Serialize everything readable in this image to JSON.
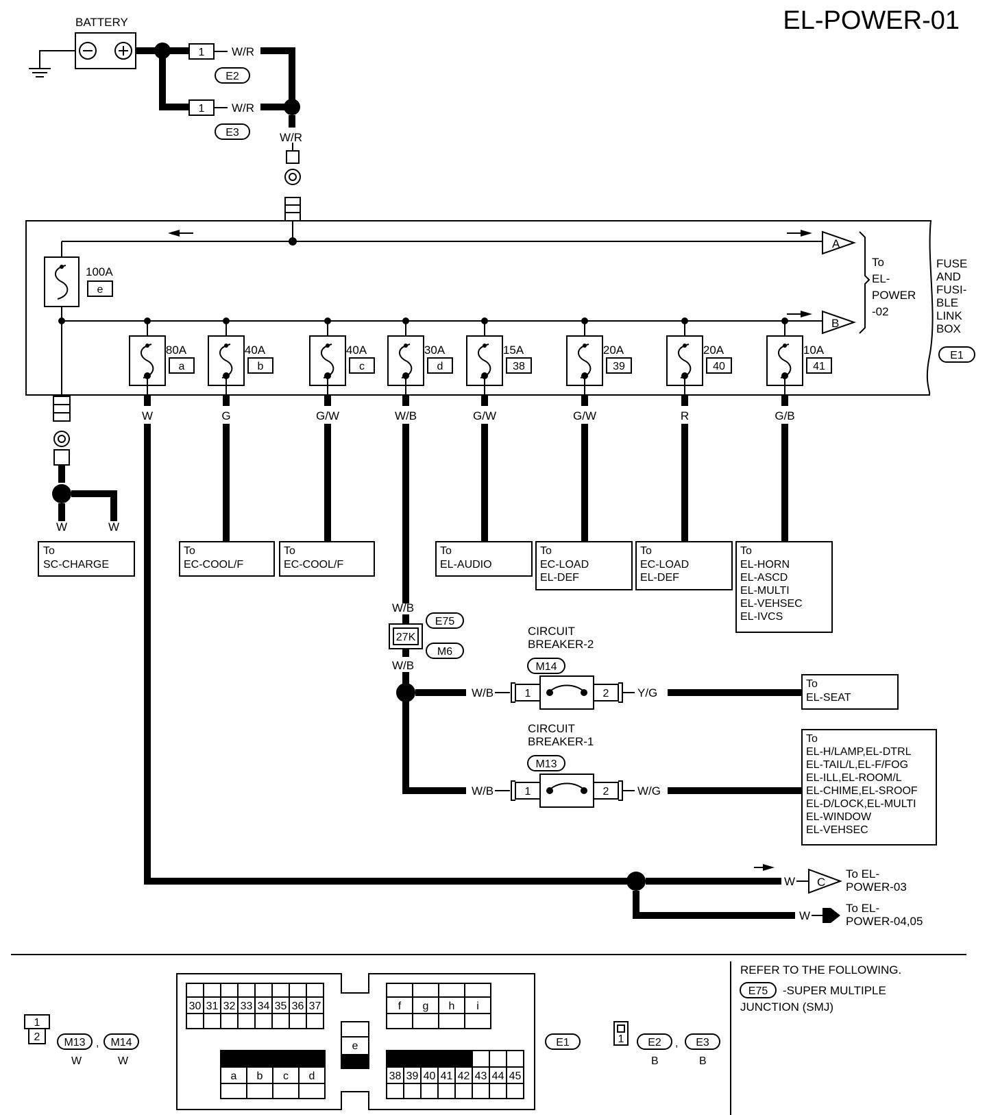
{
  "title": "EL-POWER-01",
  "battery": {
    "label": "BATTERY",
    "minus": "⊖",
    "plus": "⊕"
  },
  "connectors": {
    "e2": "E2",
    "e3": "E3",
    "e1": "E1",
    "e75": "E75",
    "m6": "M6",
    "m13": "M13",
    "m14": "M14",
    "pin1": "1",
    "pin2": "2",
    "smj": "27K"
  },
  "wires": {
    "wr": "W/R",
    "w": "W",
    "g": "G",
    "gw": "G/W",
    "wb": "W/B",
    "r": "R",
    "gb": "G/B",
    "yg": "Y/G",
    "wg": "W/G"
  },
  "fuse_box": {
    "name_lines": [
      "FUSE",
      "AND",
      "FUSI-",
      "BLE",
      "LINK",
      "BOX"
    ],
    "to_power02_lines": [
      "To",
      "EL-",
      "POWER",
      "-02"
    ],
    "link_main": {
      "amp": "100A",
      "id": "e"
    },
    "fuses": [
      {
        "amp": "80A",
        "id": "a",
        "wire": "W"
      },
      {
        "amp": "40A",
        "id": "b",
        "wire": "G"
      },
      {
        "amp": "40A",
        "id": "c",
        "wire": "G/W"
      },
      {
        "amp": "30A",
        "id": "d",
        "wire": "W/B"
      },
      {
        "amp": "15A",
        "id": "38",
        "wire": "G/W"
      },
      {
        "amp": "20A",
        "id": "39",
        "wire": "G/W"
      },
      {
        "amp": "20A",
        "id": "40",
        "wire": "R"
      },
      {
        "amp": "10A",
        "id": "41",
        "wire": "G/B"
      }
    ]
  },
  "destinations": {
    "sc_charge": [
      "To",
      "SC-CHARGE"
    ],
    "ec_cool_1": [
      "To",
      "EC-COOL/F"
    ],
    "ec_cool_2": [
      "To",
      "EC-COOL/F"
    ],
    "el_audio": [
      "To",
      "EL-AUDIO"
    ],
    "ec_load_1": [
      "To",
      "EC-LOAD",
      "EL-DEF"
    ],
    "ec_load_2": [
      "To",
      "EC-LOAD",
      "EL-DEF"
    ],
    "el_horn": [
      "To",
      "EL-HORN",
      "EL-ASCD",
      "EL-MULTI",
      "EL-VEHSEC",
      "EL-IVCS"
    ],
    "el_seat": [
      "To",
      "EL-SEAT"
    ],
    "el_hlamp": [
      "To",
      "EL-H/LAMP,EL-DTRL",
      "EL-TAIL/L,EL-F/FOG",
      "EL-ILL,EL-ROOM/L",
      "EL-CHIME,EL-SROOF",
      "EL-D/LOCK,EL-MULTI",
      "EL-WINDOW",
      "EL-VEHSEC"
    ]
  },
  "breakers": {
    "cb2": [
      "CIRCUIT",
      "BREAKER-2"
    ],
    "cb1": [
      "CIRCUIT",
      "BREAKER-1"
    ]
  },
  "connectors_out": {
    "A": "A",
    "B": "B",
    "C": "C",
    "to_power03": [
      "To EL-",
      "POWER-03"
    ],
    "to_power0405": [
      "To EL-",
      "POWER-04,05"
    ]
  },
  "footer": {
    "refer_lines": [
      "REFER TO THE FOLLOWING.",
      "-SUPER MULTIPLE",
      "JUNCTION (SMJ)"
    ],
    "colors": {
      "w": "W",
      "b": "B"
    },
    "sep": ",",
    "e1_top_row": [
      "30",
      "31",
      "32",
      "33",
      "34",
      "35",
      "36",
      "37"
    ],
    "e1_top_right": [
      "f",
      "g",
      "h",
      "i"
    ],
    "e1_mid": "e",
    "e1_bottom_left": [
      "a",
      "b",
      "c",
      "d"
    ],
    "e1_bottom_right": [
      "38",
      "39",
      "40",
      "41",
      "42",
      "43",
      "44",
      "45"
    ]
  }
}
